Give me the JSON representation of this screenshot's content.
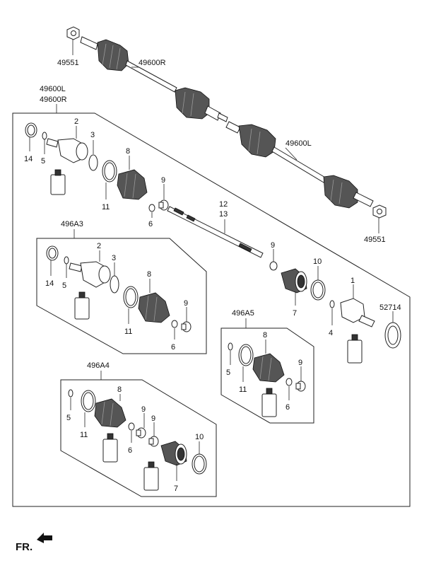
{
  "labels": {
    "n49551_top": "49551",
    "n49600R_top": "49600R",
    "n49600L_head": "49600L",
    "n49600R_head": "49600R",
    "n49600L_shaft": "49600L",
    "n49551_bottom": "49551",
    "m2": "2",
    "m3": "3",
    "m8": "8",
    "m14": "14",
    "m5": "5",
    "m11": "11",
    "m9": "9",
    "m6": "6",
    "m12": "12",
    "m13": "13",
    "m9b": "9",
    "m10": "10",
    "m7": "7",
    "m1": "1",
    "m4": "4",
    "m52714": "52714",
    "g496A3": "496A3",
    "a2": "2",
    "a3": "3",
    "a8": "8",
    "a14": "14",
    "a5": "5",
    "a11": "11",
    "a9": "9",
    "a6": "6",
    "g496A5": "496A5",
    "b8": "8",
    "b5": "5",
    "b11": "11",
    "b9": "9",
    "b6": "6",
    "g496A4": "496A4",
    "c8": "8",
    "c5": "5",
    "c11": "11",
    "c9a": "9",
    "c9b": "9",
    "c6": "6",
    "c10": "10",
    "c7": "7",
    "fr": "FR."
  }
}
